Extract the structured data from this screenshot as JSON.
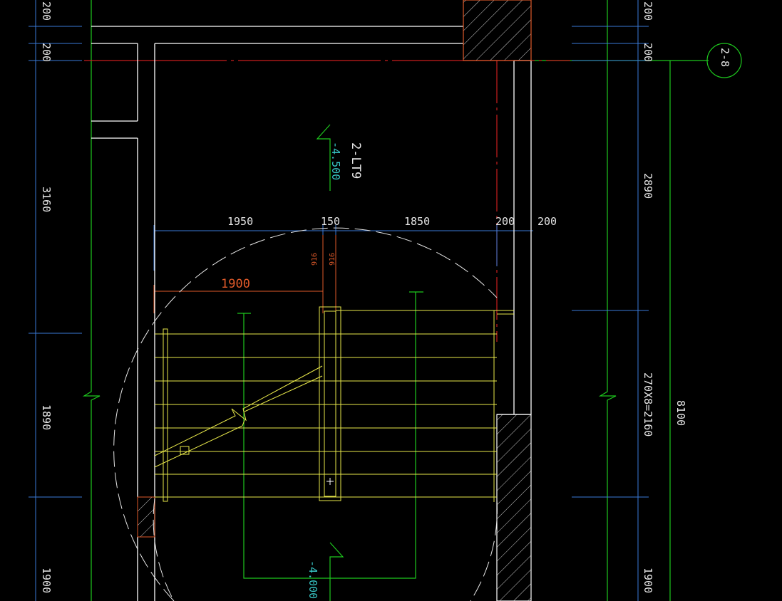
{
  "drawing": {
    "left_dims": [
      "200",
      "200",
      "3160",
      "1890",
      "1900"
    ],
    "right_dims": [
      "200",
      "200",
      "2890",
      "270X8=2160",
      "1900"
    ],
    "overall_dim": "8100",
    "top_dims": [
      "1950",
      "150",
      "1850",
      "200",
      "200"
    ],
    "landing_dim": "1900",
    "small_dims": [
      "916",
      "916"
    ],
    "axis_label": "2-8",
    "stair_tag": "2-LT9",
    "elevation_top": "-4.500",
    "elevation_bottom": "-4.000",
    "colors": {
      "background": "#000000",
      "wall": "#ffffff",
      "stair": "#e8e84a",
      "axis": "#1ec81e",
      "dim": "#3a7ad8",
      "red": "#c81e1e",
      "orange": "#e05a2a",
      "cyan": "#38c8c8"
    }
  }
}
